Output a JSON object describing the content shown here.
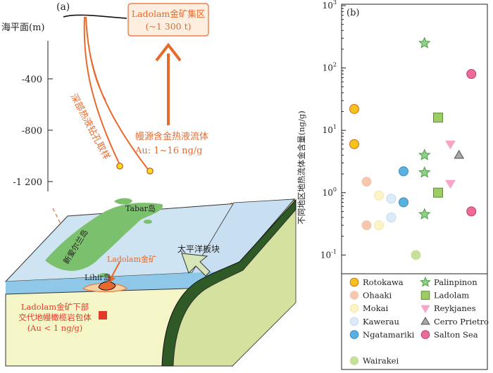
{
  "panel_a": {
    "label": "(a)",
    "depth_axis": {
      "title": "海平面(m)",
      "ticks": [
        "-400",
        "-800",
        "-1 200"
      ]
    },
    "box_line1": "Ladolam金矿集区",
    "box_line2": "(~1 300 t)",
    "sample_label": "深部热液钻孔取样",
    "fluid_line1": "幔源含金热液流体",
    "fluid_line2": "Au: 1~16 ng/g",
    "map": {
      "tabar": "Tabar岛",
      "new_ireland": "新爱尔兰岛",
      "ladolam": "Ladolam金矿",
      "lihir": "Lihir岛",
      "pacific": "太平洋板块",
      "xeno_line1": "Ladolam金矿下部",
      "xeno_line2": "交代地幔橄榄岩包体",
      "xeno_line3": "(Au < 1 ng/g)"
    }
  },
  "panel_b": {
    "label": "(b)",
    "chart_data": {
      "type": "scatter",
      "ylabel": "不同地区地热流体金含量(ng/g)",
      "yscale": "log",
      "ylim": [
        0.05,
        1000
      ],
      "y_ticks": [
        {
          "base": "10",
          "exp": "3"
        },
        {
          "base": "10",
          "exp": "2"
        },
        {
          "base": "10",
          "exp": "1"
        },
        {
          "base": "10",
          "exp": "0"
        },
        {
          "base": "10",
          "exp": "-1"
        }
      ],
      "series": [
        {
          "name": "Rotokawa",
          "marker": "circle",
          "color": "#f6c21b",
          "edge": "#c9711c",
          "x": [
            1,
            1
          ],
          "values": [
            22,
            6
          ]
        },
        {
          "name": "Ohaaki",
          "marker": "circle",
          "color": "#f6c7b0",
          "edge": "#f6c7b0",
          "x": [
            2,
            2
          ],
          "values": [
            1.5,
            0.3
          ]
        },
        {
          "name": "Mokai",
          "marker": "circle",
          "color": "#fcf3c6",
          "edge": "#f4e8a6",
          "x": [
            3,
            3
          ],
          "values": [
            0.9,
            0.3
          ]
        },
        {
          "name": "Kawerau",
          "marker": "circle",
          "color": "#dcebf7",
          "edge": "#c3daee",
          "x": [
            4,
            4
          ],
          "values": [
            0.8,
            0.4
          ]
        },
        {
          "name": "Ngatamariki",
          "marker": "circle",
          "color": "#5ab1e0",
          "edge": "#3b8cc2",
          "x": [
            5,
            5
          ],
          "values": [
            2.2,
            0.7
          ]
        },
        {
          "name": "Wairakei",
          "marker": "circle",
          "color": "#c6df9b",
          "edge": "#c6df9b",
          "x": [
            6
          ],
          "values": [
            0.1
          ]
        },
        {
          "name": "Palinpinon",
          "marker": "star",
          "color": "#8fd08a",
          "edge": "#4e9c46",
          "x": [
            6.7,
            6.7,
            6.7,
            6.7
          ],
          "values": [
            250,
            4,
            2.1,
            0.45
          ]
        },
        {
          "name": "Ladolam",
          "marker": "square",
          "color": "#9ccc63",
          "edge": "#5a8f33",
          "x": [
            7.8,
            7.8
          ],
          "values": [
            16,
            1
          ]
        },
        {
          "name": "Reykjanes",
          "marker": "triangle-down",
          "color": "#f7a6c7",
          "edge": "#f7a6c7",
          "x": [
            8.8,
            8.8
          ],
          "values": [
            6,
            1.4
          ]
        },
        {
          "name": "Cerro Prietro",
          "marker": "triangle-up",
          "color": "#a7a7a7",
          "edge": "#555555",
          "x": [
            9.5
          ],
          "values": [
            4
          ]
        },
        {
          "name": "Salton Sea",
          "marker": "circle",
          "color": "#ee6a99",
          "edge": "#b94070",
          "x": [
            10.5,
            10.5
          ],
          "values": [
            80,
            0.5
          ]
        }
      ]
    }
  }
}
